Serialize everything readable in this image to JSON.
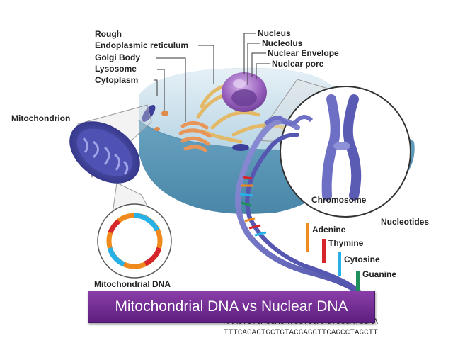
{
  "labels": {
    "rough": "Rough",
    "er": "Endoplasmic reticulum",
    "golgi": "Golgi Body",
    "lysosome": "Lysosome",
    "cytoplasm": "Cytoplasm",
    "nucleus": "Nucleus",
    "nucleolus": "Nucleolus",
    "nuclear_envelope": "Nuclear Envelope",
    "nuclear_pore": "Nuclear pore",
    "mitochondrion": "Mitochondrion",
    "chromosome": "Chromosome",
    "nucleotides": "Nucleotides",
    "mito_dna": "Mitochondrial DNA"
  },
  "nucleotides": [
    {
      "name": "Adenine",
      "color": "#f08a1c"
    },
    {
      "name": "Thymine",
      "color": "#d6262b"
    },
    {
      "name": "Cytosine",
      "color": "#27b1e6"
    },
    {
      "name": "Guanine",
      "color": "#1f8f5b"
    }
  ],
  "sequence": {
    "line1": "AAAGTCTGACGACATGCTCGAAGTCGGATCGAA",
    "line2": "TTTCAGACTGCTGTACGAGCTTCAGCCTAGCTT"
  },
  "banner": "Mitochondrial  DNA vs Nuclear DNA",
  "colors": {
    "cell_body": "#6fa9c6",
    "cytoplasm_top": "#cfe3ee",
    "nucleus": "#8b5cae",
    "mitochondrion": "#3d3f9a",
    "dna_strand": "#6d6fc4",
    "banner": "#6a2a8e"
  }
}
